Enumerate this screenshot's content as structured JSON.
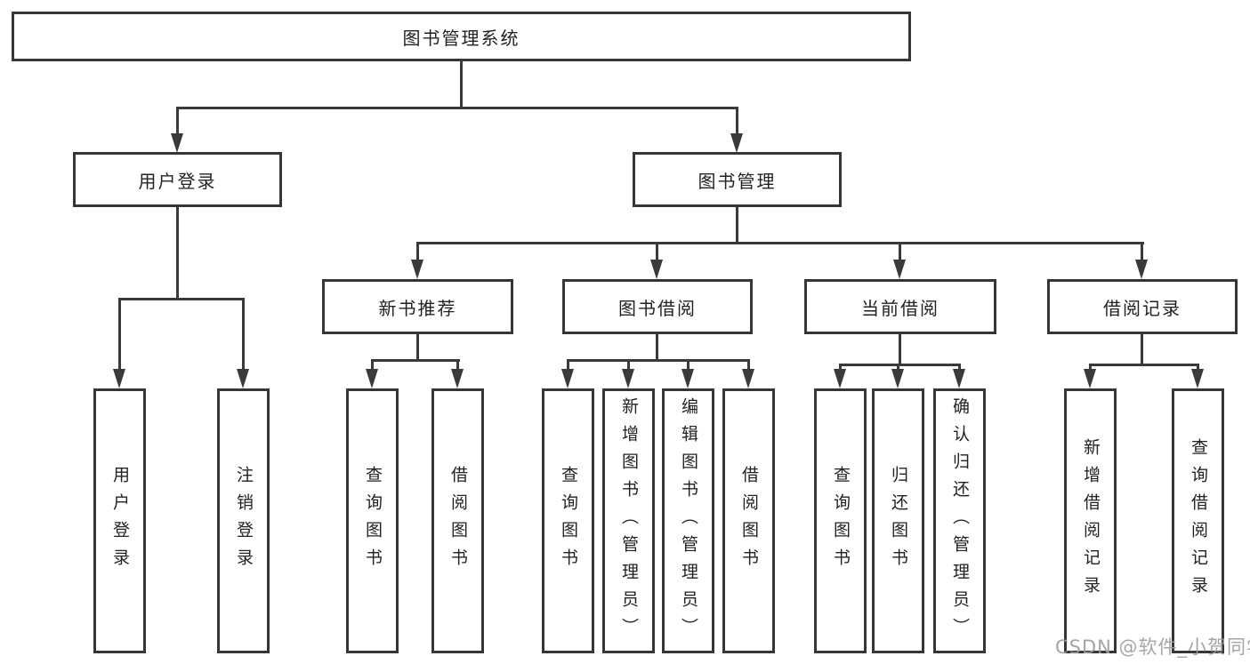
{
  "tree": {
    "root": {
      "label": "图书管理系统"
    },
    "branches": [
      {
        "label": "用户登录",
        "children": [
          {
            "label": "用户登录"
          },
          {
            "label": "注销登录"
          }
        ]
      },
      {
        "label": "图书管理",
        "children": [
          {
            "label": "新书推荐",
            "children": [
              {
                "label": "查询图书"
              },
              {
                "label": "借阅图书"
              }
            ]
          },
          {
            "label": "图书借阅",
            "children": [
              {
                "label": "查询图书"
              },
              {
                "label": "新增图书（管理员）"
              },
              {
                "label": "编辑图书（管理员）"
              },
              {
                "label": "借阅图书"
              }
            ]
          },
          {
            "label": "当前借阅",
            "children": [
              {
                "label": "查询图书"
              },
              {
                "label": "归还图书"
              },
              {
                "label": "确认归还（管理员）"
              }
            ]
          },
          {
            "label": "借阅记录",
            "children": [
              {
                "label": "新增借阅记录"
              },
              {
                "label": "查询借阅记录"
              }
            ]
          }
        ]
      }
    ]
  },
  "watermark": {
    "text": "CSDN @软件_小贺同学"
  },
  "colors": {
    "line": "#3a3a3a",
    "box_border": "#363636",
    "text": "#222222",
    "watermark": "#9c9c9c",
    "background": "#ffffff"
  }
}
